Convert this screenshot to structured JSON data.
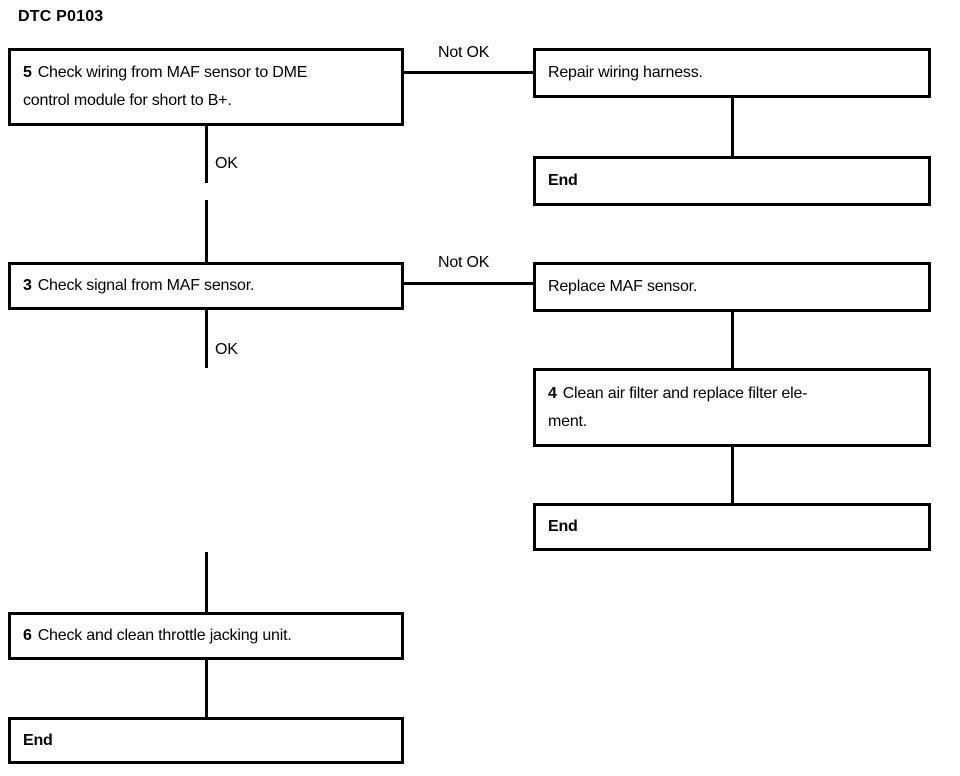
{
  "title": "DTC P0103",
  "labels": {
    "ok": "OK",
    "not_ok": "Not OK"
  },
  "colors": {
    "line": "#000000",
    "text": "#000000",
    "background": "#ffffff"
  },
  "nodes": {
    "step5": {
      "number": "5",
      "line1": "Check wiring from MAF sensor to DME",
      "line2": "control module for short to B+."
    },
    "repair": {
      "text": "Repair wiring harness."
    },
    "end1": {
      "text": "End"
    },
    "step3": {
      "number": "3",
      "text": "Check signal from MAF sensor."
    },
    "replace": {
      "text": "Replace MAF sensor."
    },
    "step4": {
      "number": "4",
      "line1": "Clean air filter and replace filter ele-",
      "line2": "ment."
    },
    "end2": {
      "text": "End"
    },
    "step6": {
      "number": "6",
      "text": "Check and clean throttle jacking unit."
    },
    "end3": {
      "text": "End"
    }
  },
  "edges": [
    {
      "from": "step5",
      "to": "repair",
      "label": "Not OK"
    },
    {
      "from": "repair",
      "to": "end1",
      "label": ""
    },
    {
      "from": "step5",
      "to": "step3",
      "label": "OK"
    },
    {
      "from": "step3",
      "to": "replace",
      "label": "Not OK"
    },
    {
      "from": "replace",
      "to": "step4",
      "label": ""
    },
    {
      "from": "step4",
      "to": "end2",
      "label": ""
    },
    {
      "from": "step3",
      "to": "step6",
      "label": "OK"
    },
    {
      "from": "step6",
      "to": "end3",
      "label": ""
    }
  ]
}
